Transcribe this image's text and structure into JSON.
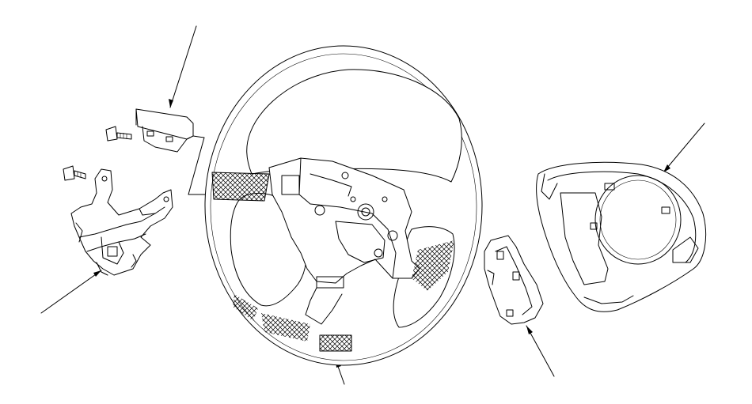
{
  "diagram": {
    "type": "exploded-parts-illustration",
    "parts": [
      "cruise-control-switch",
      "switch-screw",
      "mounting-screw",
      "switch-bracket",
      "steering-wheel",
      "rear-cover",
      "airbag-cover"
    ],
    "leader_lines": 5,
    "colors": {
      "line": "#000000",
      "background": "#ffffff"
    }
  }
}
